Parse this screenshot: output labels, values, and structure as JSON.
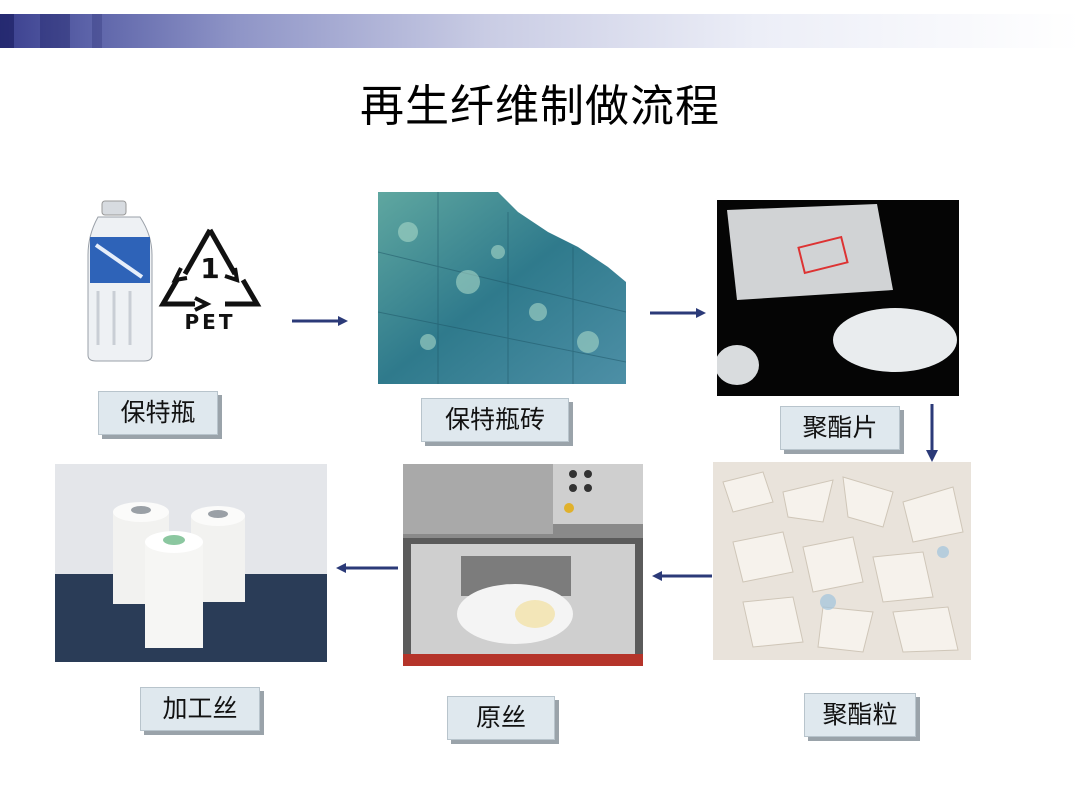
{
  "slide": {
    "title": "再生纤维制做流程"
  },
  "icon_text": {
    "number": "1",
    "code": "PET"
  },
  "steps": [
    {
      "label": "保特瓶"
    },
    {
      "label": "保特瓶砖"
    },
    {
      "label": "聚酯片"
    },
    {
      "label": "聚酯粒"
    },
    {
      "label": "原丝"
    },
    {
      "label": "加工丝"
    }
  ],
  "colors": {
    "label_bg": "#dfe8ee",
    "arrow": "#2b3a78",
    "header_accent": "#3a3f8e"
  }
}
